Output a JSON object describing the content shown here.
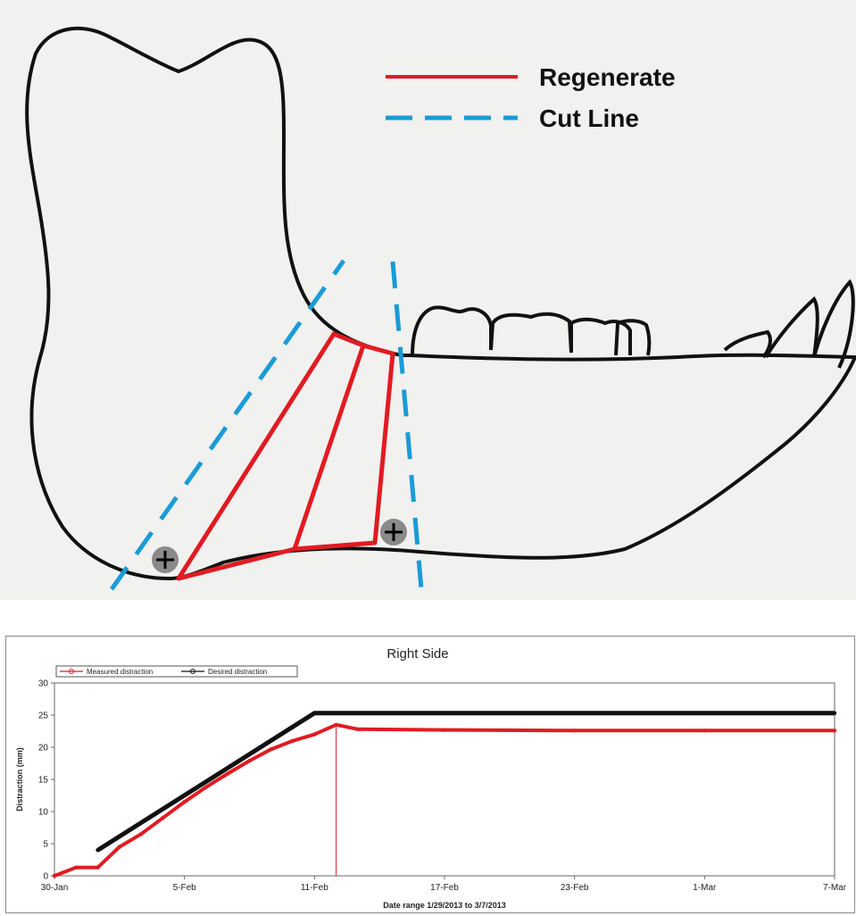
{
  "diagram": {
    "legend": [
      {
        "label": "Regenerate",
        "color": "#e11b22",
        "style": "solid"
      },
      {
        "label": "Cut Line",
        "color": "#1a9bd7",
        "style": "dashed"
      }
    ],
    "colors": {
      "bone_outline": "#111111",
      "regenerate": "#e11b22",
      "cut_line": "#1a9bd7",
      "screw": "#8a8a8a",
      "background": "#f1f1ef"
    }
  },
  "chart": {
    "title": "Right Side",
    "ylabel": "Distraction (mm)",
    "xlabel": "Date range 1/29/2013 to 3/7/2013",
    "legend": [
      "Measured distraction",
      "Desired distraction"
    ],
    "y_ticks": [
      "0",
      "5",
      "10",
      "15",
      "20",
      "25",
      "30"
    ],
    "x_ticks": [
      "30-Jan",
      "5-Feb",
      "11-Feb",
      "17-Feb",
      "23-Feb",
      "1-Mar",
      "7-Mar"
    ]
  },
  "chart_data": {
    "type": "line",
    "title": "Right Side",
    "xlabel": "Date range 1/29/2013 to 3/7/2013",
    "ylabel": "Distraction (mm)",
    "xlim": [
      "2013-01-30",
      "2013-03-07"
    ],
    "ylim": [
      0,
      30
    ],
    "grid": false,
    "legend_position": "top-left",
    "series": [
      {
        "name": "Desired distraction",
        "color": "#111111",
        "x": [
          "2013-02-01",
          "2013-02-11",
          "2013-03-07"
        ],
        "y": [
          4,
          25.3,
          25.3
        ]
      },
      {
        "name": "Measured distraction",
        "color": "#e11b22",
        "x": [
          "2013-01-30",
          "2013-01-31",
          "2013-02-01",
          "2013-02-02",
          "2013-02-03",
          "2013-02-04",
          "2013-02-05",
          "2013-02-06",
          "2013-02-07",
          "2013-02-08",
          "2013-02-09",
          "2013-02-10",
          "2013-02-11",
          "2013-02-12",
          "2013-02-13",
          "2013-02-17",
          "2013-02-23",
          "2013-03-01",
          "2013-03-07"
        ],
        "y": [
          0,
          1.3,
          1.3,
          4.5,
          6.5,
          9,
          11.5,
          13.8,
          15.9,
          17.9,
          19.7,
          21,
          22,
          23.5,
          22.8,
          22.7,
          22.6,
          22.6,
          22.6
        ]
      }
    ]
  }
}
